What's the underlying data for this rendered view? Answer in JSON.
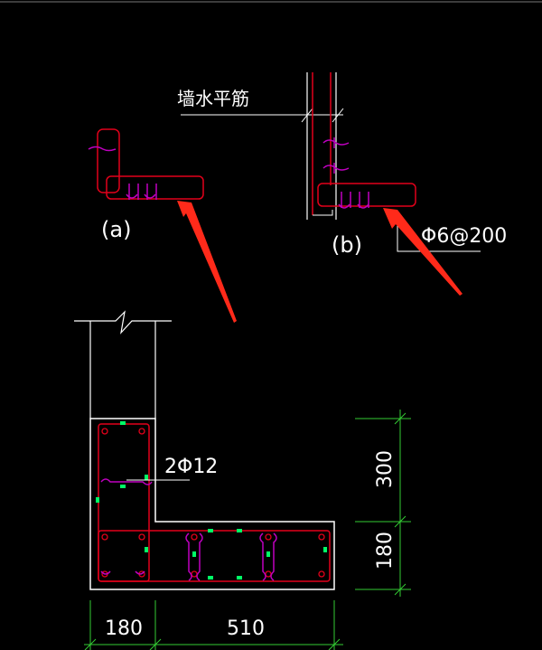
{
  "drawing": {
    "labels": {
      "wall_horizontal_rebar": "墙水平筋",
      "detail_a": "(a)",
      "detail_b": "(b)",
      "stirrup_spec": "Φ6@200",
      "longitudinal_rebar_spec": "2Φ12"
    },
    "dimensions": {
      "vertical_upper": "300",
      "vertical_lower": "180",
      "horizontal_left": "180",
      "horizontal_right": "510"
    },
    "colors": {
      "background": "#000000",
      "concrete_outline": "#ffffff",
      "rebar": "#e2001a",
      "ties": "#c000c0",
      "dimension_lines": "#33cc33",
      "annotation_arrows": "#ff2a1a",
      "tie_markers": "#00ff66"
    }
  }
}
